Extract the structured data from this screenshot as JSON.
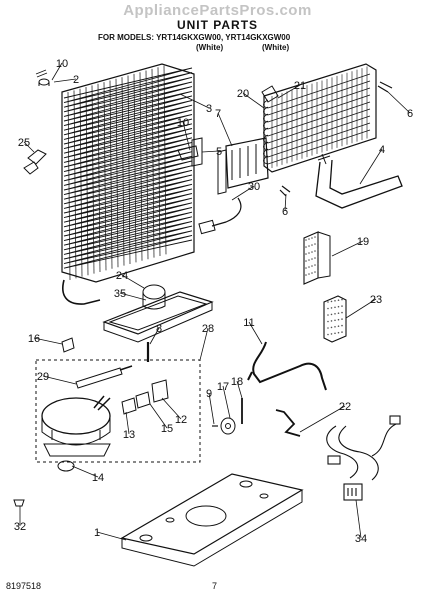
{
  "header": {
    "watermark": "AppliancePartsPros.com",
    "title": "UNIT PARTS",
    "model_prefix": "FOR MODELS:",
    "models": [
      "YRT14GKXGW00",
      "YRT14GKXGW00"
    ],
    "color_labels": [
      "(White)",
      "(White)"
    ]
  },
  "callouts": [
    "10",
    "2",
    "3",
    "6",
    "21",
    "20",
    "7",
    "10",
    "5",
    "25",
    "4",
    "30",
    "6",
    "19",
    "24",
    "35",
    "23",
    "16",
    "8",
    "28",
    "11",
    "29",
    "17",
    "18",
    "9",
    "1",
    "12",
    "15",
    "13",
    "14",
    "22",
    "32",
    "34"
  ],
  "footer": {
    "doc_number": "8197518",
    "page_number": "7"
  }
}
